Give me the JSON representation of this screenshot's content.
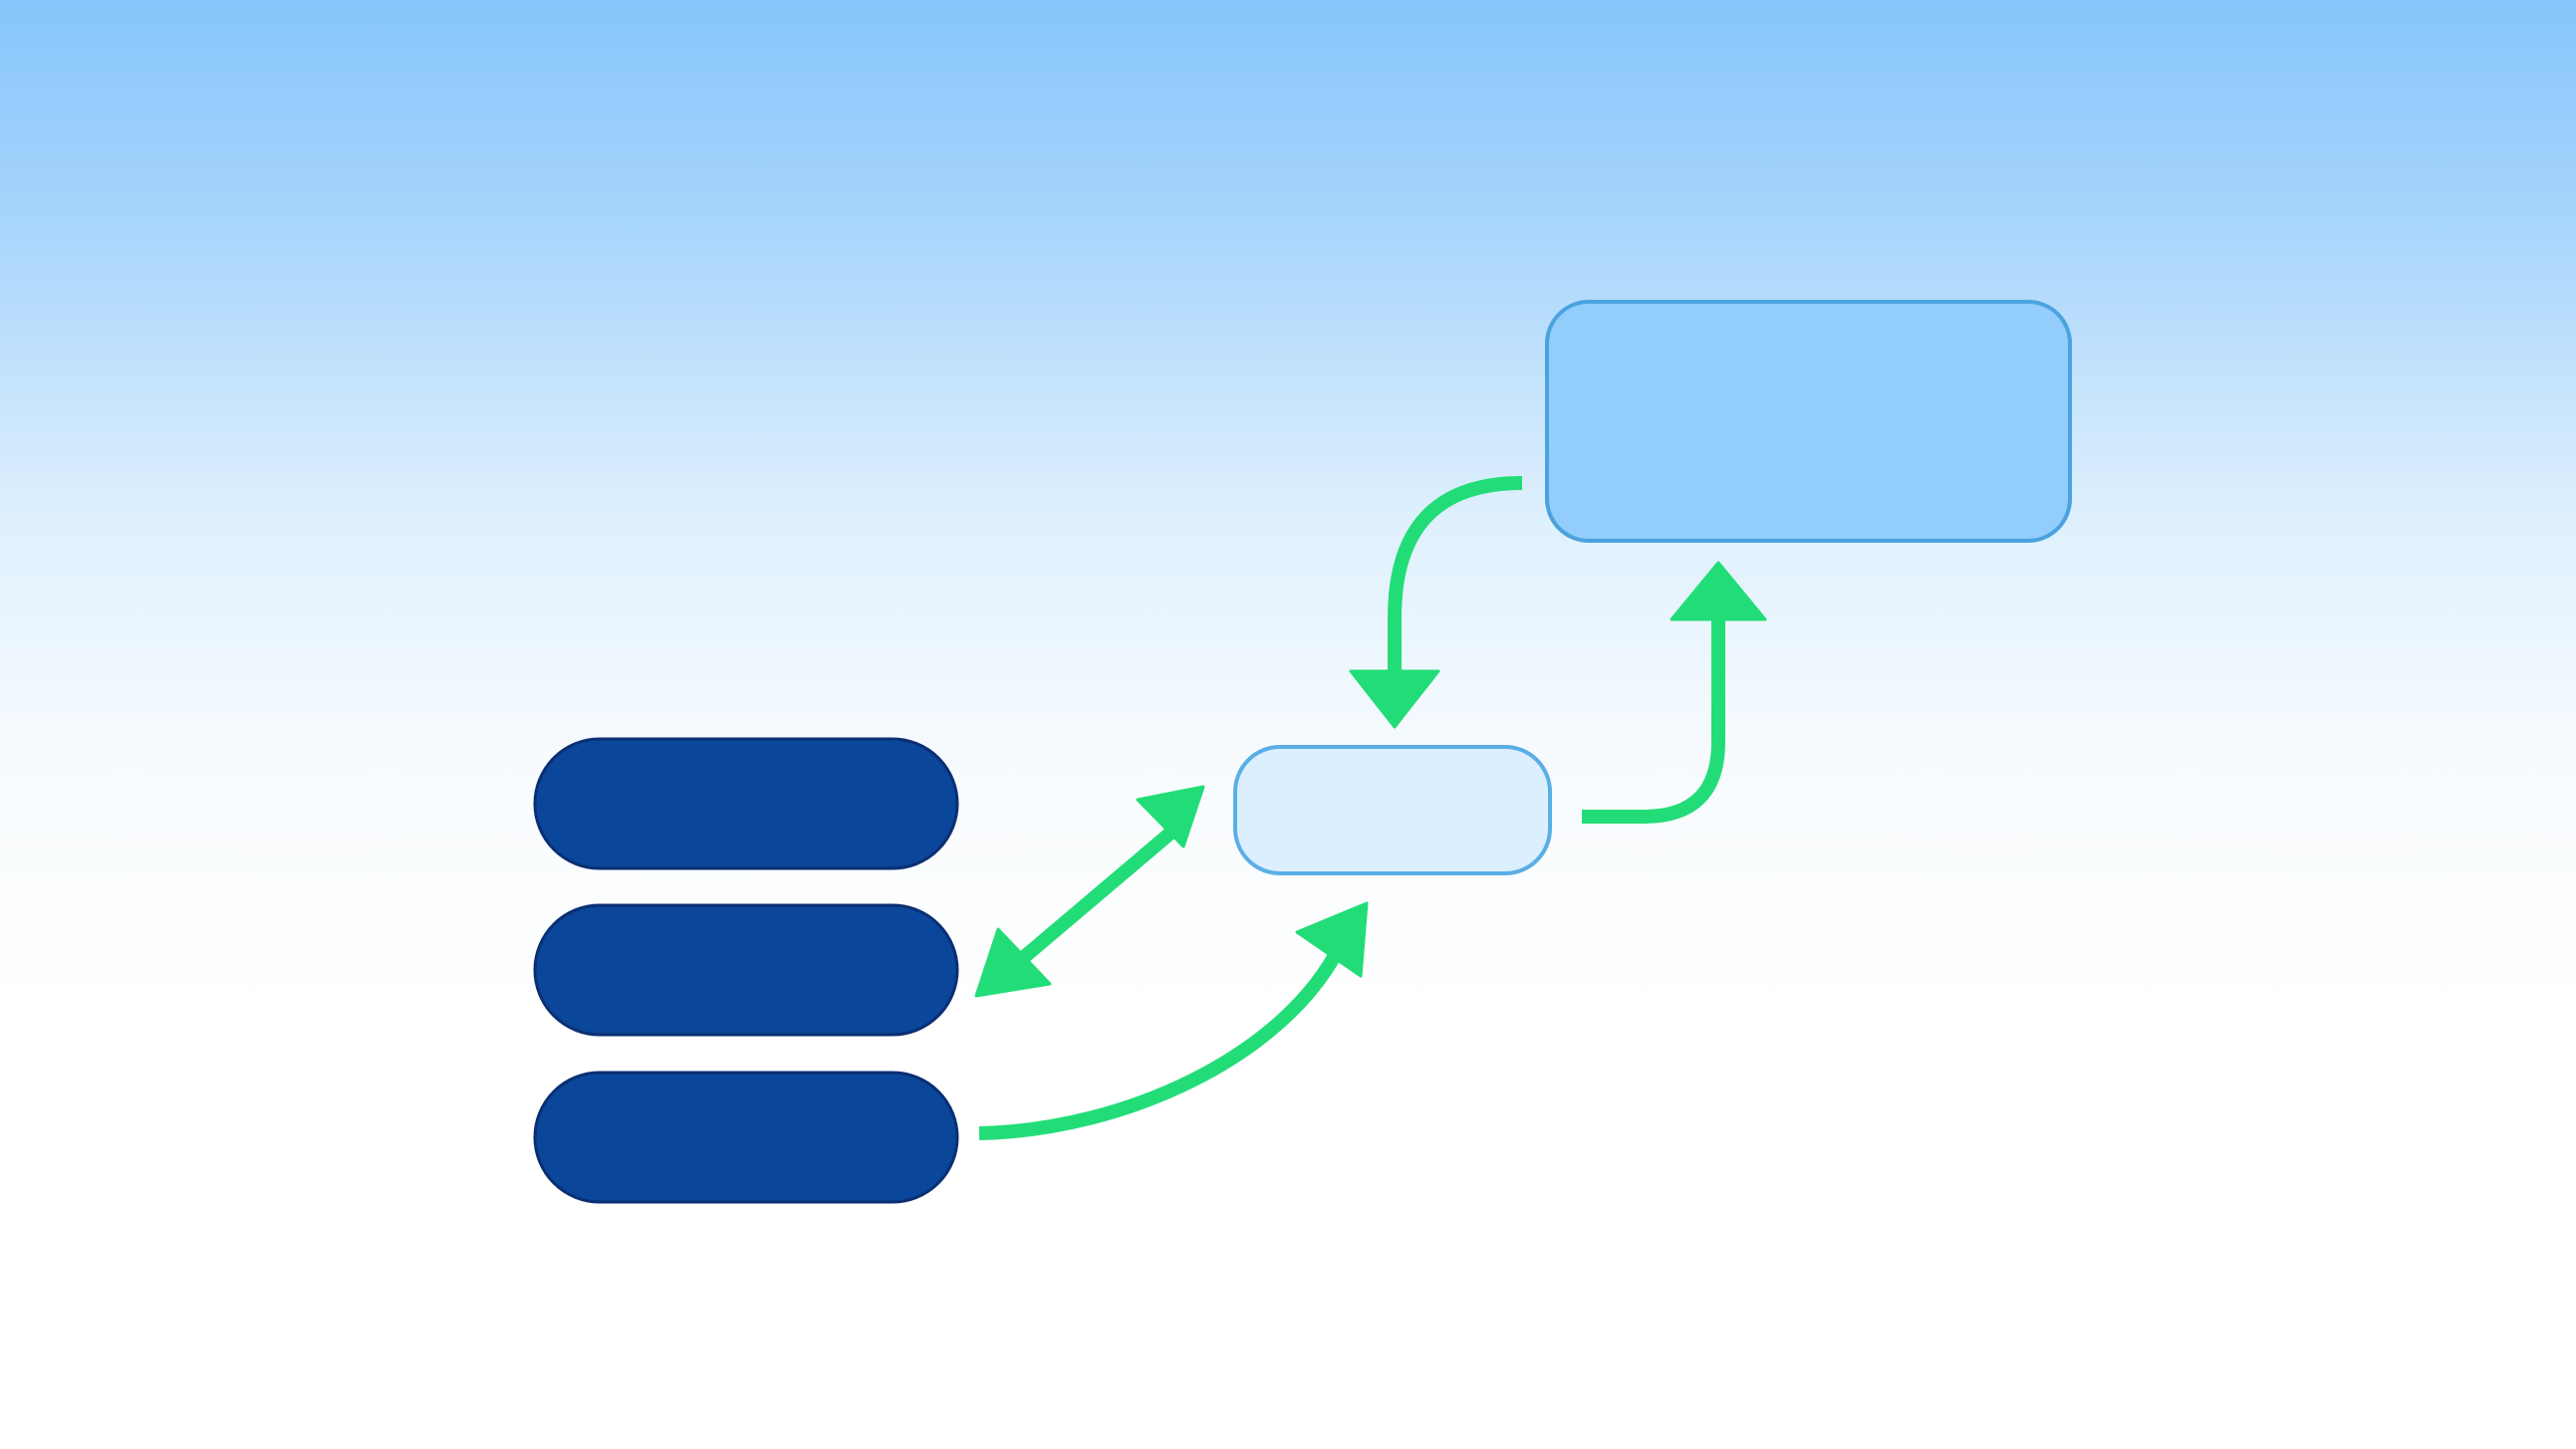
{
  "diagram": {
    "nodes": [
      {
        "id": "stack-bar-1",
        "label": ""
      },
      {
        "id": "stack-bar-2",
        "label": ""
      },
      {
        "id": "stack-bar-3",
        "label": ""
      },
      {
        "id": "middle-node",
        "label": ""
      },
      {
        "id": "top-right-node",
        "label": ""
      }
    ],
    "edges": [
      {
        "id": "stack-to-middle-bidirectional",
        "from": "stack-bar-2",
        "to": "middle-node",
        "bidirectional": true
      },
      {
        "id": "stack-to-middle-curve",
        "from": "stack-bar-3",
        "to": "middle-node",
        "bidirectional": false
      },
      {
        "id": "middle-to-top-right",
        "from": "middle-node",
        "to": "top-right-node",
        "bidirectional": false
      },
      {
        "id": "top-right-to-middle",
        "from": "top-right-node",
        "to": "middle-node",
        "bidirectional": false
      }
    ]
  },
  "colors": {
    "stack_fill": "#0a4699",
    "stack_stroke": "#0a2f73",
    "middle_fill": "#dcefff",
    "middle_stroke": "#5aaee6",
    "top_fill": "#92cdfb",
    "top_stroke": "#4aa3df",
    "arrow": "#22dd77"
  }
}
